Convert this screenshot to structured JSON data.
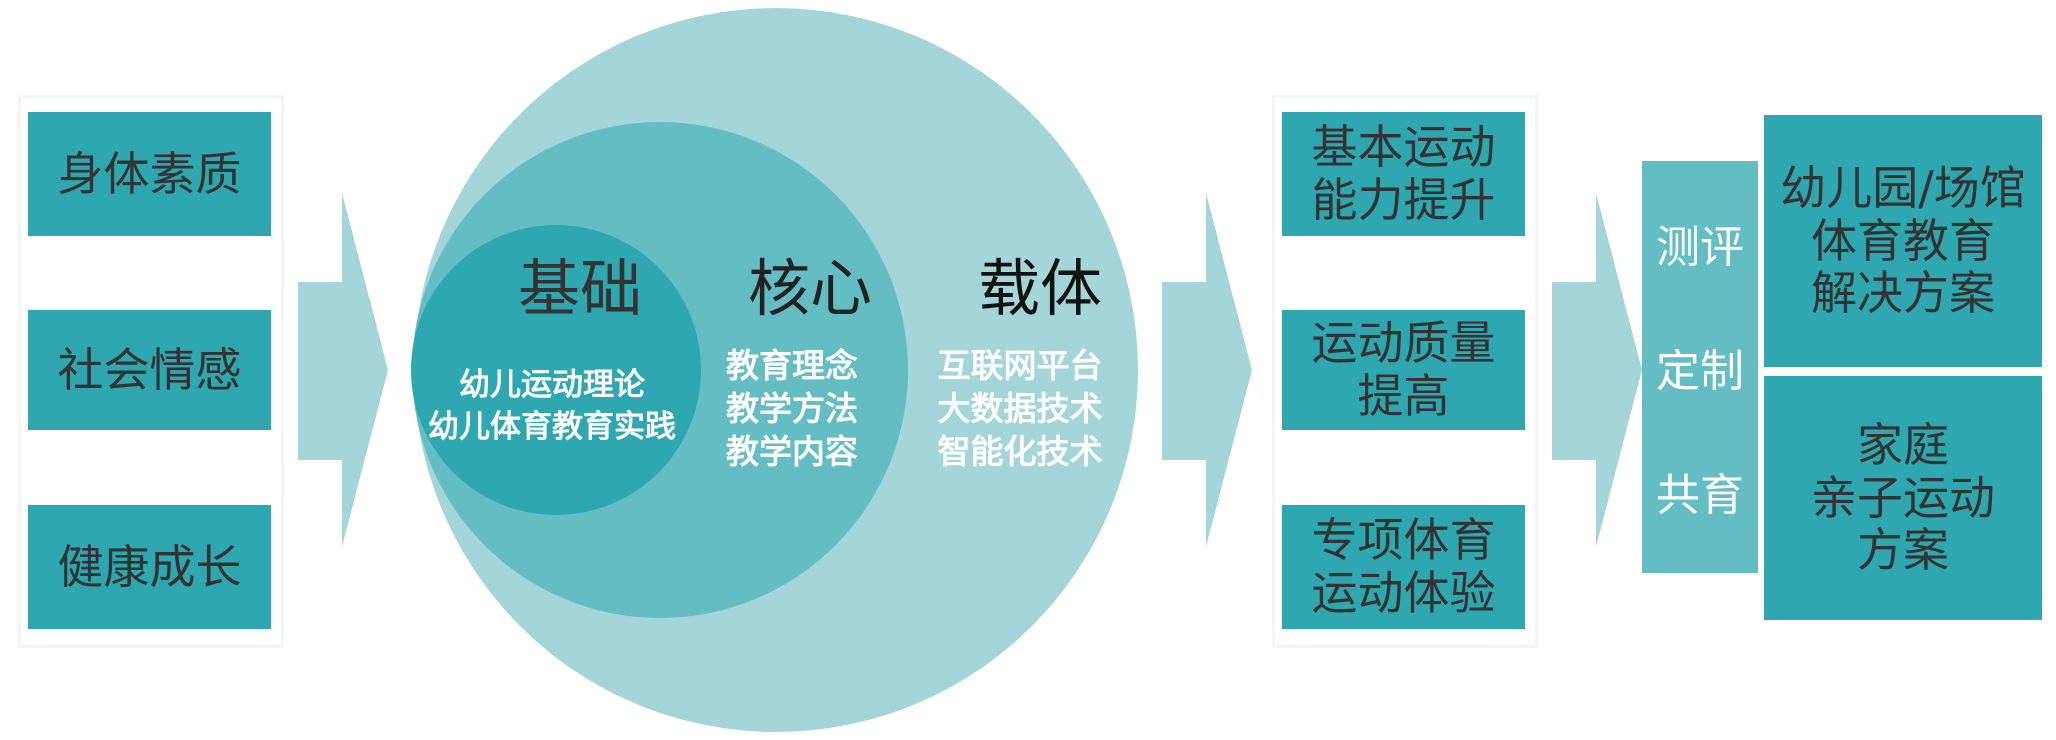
{
  "left_column": {
    "items": [
      "身体素质",
      "社会情感",
      "健康成长"
    ]
  },
  "circles": {
    "outer": {
      "title": "载体",
      "lines": [
        "互联网平台",
        "大数据技术",
        "智能化技术"
      ]
    },
    "middle": {
      "title": "核心",
      "lines": [
        "教育理念",
        "教学方法",
        "教学内容"
      ]
    },
    "inner": {
      "title": "基础",
      "lines": [
        "幼儿运动理论",
        "幼儿体育教育实践"
      ]
    }
  },
  "outcomes": {
    "items": [
      {
        "lines": [
          "基本运动",
          "能力提升"
        ]
      },
      {
        "lines": [
          "运动质量",
          "提高"
        ]
      },
      {
        "lines": [
          "专项体育",
          "运动体验"
        ]
      }
    ]
  },
  "mode_panel": {
    "items": [
      "测评",
      "定制",
      "共育"
    ]
  },
  "solutions": {
    "items": [
      {
        "lines": [
          "幼儿园/场馆",
          "体育教育",
          "解决方案"
        ]
      },
      {
        "lines": [
          "家庭",
          "亲子运动",
          "方案"
        ]
      }
    ]
  },
  "colors": {
    "box": "#2ea7b0",
    "outer_circle": "#a3d5d9",
    "middle_circle": "#63bdc3",
    "inner_circle": "#2ea7b0",
    "arrow": "#a3d5d9",
    "mode_panel": "#63bdc3"
  }
}
